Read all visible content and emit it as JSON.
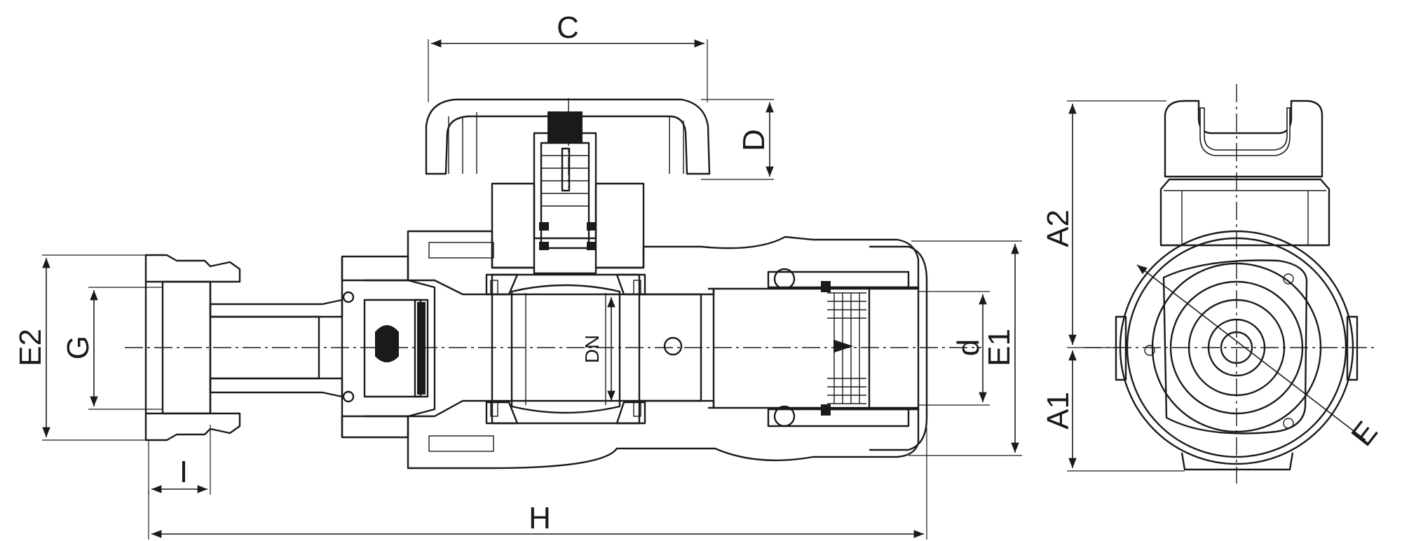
{
  "labels": {
    "C": "C",
    "D": "D",
    "E2": "E2",
    "G": "G",
    "I": "I",
    "H": "H",
    "DN": "DN",
    "d": "d",
    "E1": "E1",
    "A2": "A2",
    "A1": "A1",
    "E": "E"
  }
}
